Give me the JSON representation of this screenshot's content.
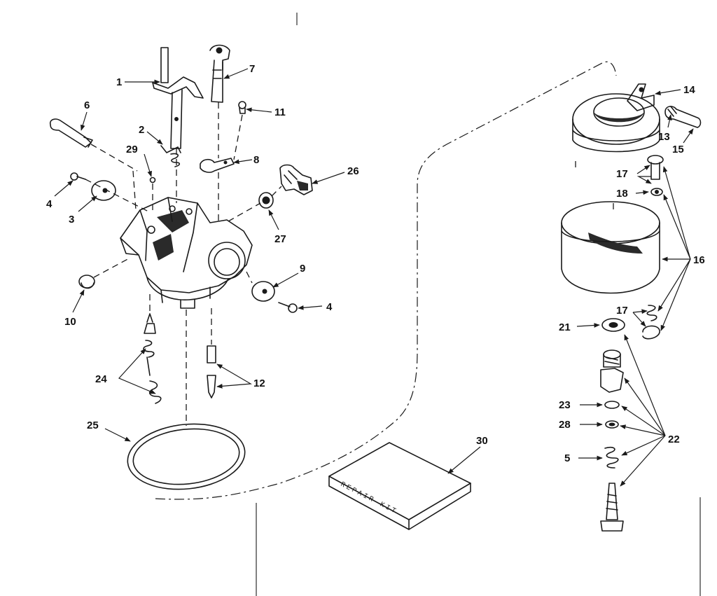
{
  "colors": {
    "ink": "#1a1a1a",
    "paper": "#ffffff"
  },
  "callouts": [
    {
      "id": "c1",
      "label": "1"
    },
    {
      "id": "c2",
      "label": "2"
    },
    {
      "id": "c3",
      "label": "3"
    },
    {
      "id": "c4a",
      "label": "4"
    },
    {
      "id": "c4b",
      "label": "4"
    },
    {
      "id": "c5",
      "label": "5"
    },
    {
      "id": "c6",
      "label": "6"
    },
    {
      "id": "c7",
      "label": "7"
    },
    {
      "id": "c8",
      "label": "8"
    },
    {
      "id": "c9",
      "label": "9"
    },
    {
      "id": "c10",
      "label": "10"
    },
    {
      "id": "c11",
      "label": "11"
    },
    {
      "id": "c12",
      "label": "12"
    },
    {
      "id": "c13",
      "label": "13"
    },
    {
      "id": "c14",
      "label": "14"
    },
    {
      "id": "c15",
      "label": "15"
    },
    {
      "id": "c16",
      "label": "16"
    },
    {
      "id": "c17a",
      "label": "17"
    },
    {
      "id": "c17b",
      "label": "17"
    },
    {
      "id": "c18",
      "label": "18"
    },
    {
      "id": "c21",
      "label": "21"
    },
    {
      "id": "c22",
      "label": "22"
    },
    {
      "id": "c23",
      "label": "23"
    },
    {
      "id": "c24",
      "label": "24"
    },
    {
      "id": "c25",
      "label": "25"
    },
    {
      "id": "c26",
      "label": "26"
    },
    {
      "id": "c27",
      "label": "27"
    },
    {
      "id": "c28",
      "label": "28"
    },
    {
      "id": "c29",
      "label": "29"
    },
    {
      "id": "c30",
      "label": "30"
    }
  ],
  "repair_kit": {
    "text": "REPAIR KIT"
  }
}
